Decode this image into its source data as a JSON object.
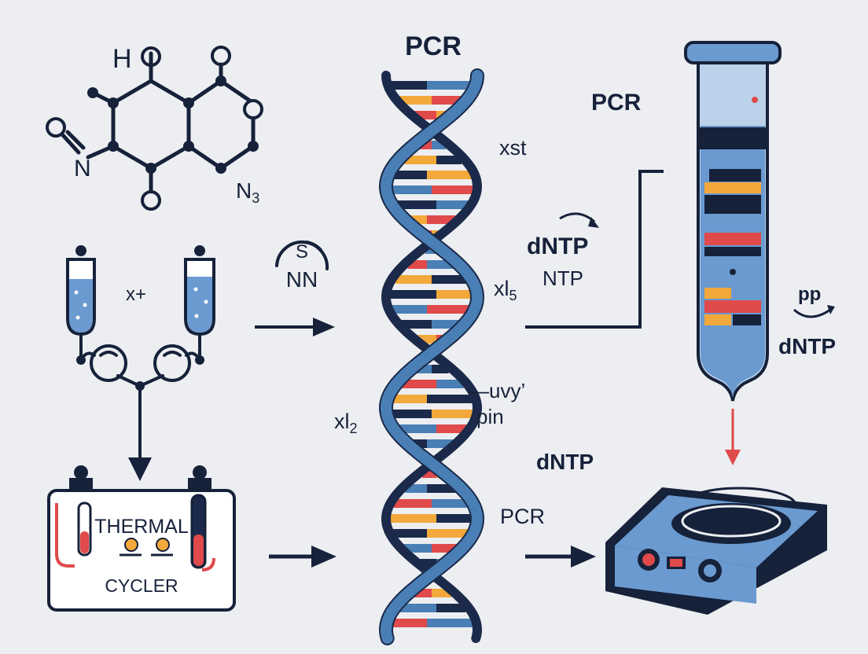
{
  "labels": {
    "h": "H",
    "n3": "N",
    "n3_sub": "3",
    "n": "N",
    "x_plus": "x+",
    "sn_s": "S",
    "sn_n": "NN",
    "pcr_top": "PCR",
    "pcr_right": "PCR",
    "pcr_bottom": "PCR",
    "xst": "xst",
    "xl5": "xl",
    "xl5_sub": "5",
    "xl2": "xl",
    "xl2_sub": "2",
    "dntp_1": "dNTP",
    "ntp": "NTP",
    "uvy": "—uvy’",
    "pin": "pin",
    "dntp_2": "dNTP",
    "pp": "pp",
    "dntp_3": "dNTP",
    "thermal": "THERMAL",
    "cycler": "CYCLER"
  },
  "colors": {
    "ink": "#16213a",
    "helix_blue": "#4a7fb5",
    "helix_navy": "#1b2a4a",
    "red": "#e04a4a",
    "orange": "#f2a83a",
    "liquid": "#6a9ad0",
    "tube_light": "#bcd2ea",
    "background": "#eceef1"
  },
  "icons": [
    "molecule-icon",
    "flask-apparatus-icon",
    "thermal-cycler-icon",
    "dna-helix-icon",
    "test-tube-icon",
    "hot-plate-icon",
    "sn-circle-icon",
    "arrow-icon"
  ]
}
